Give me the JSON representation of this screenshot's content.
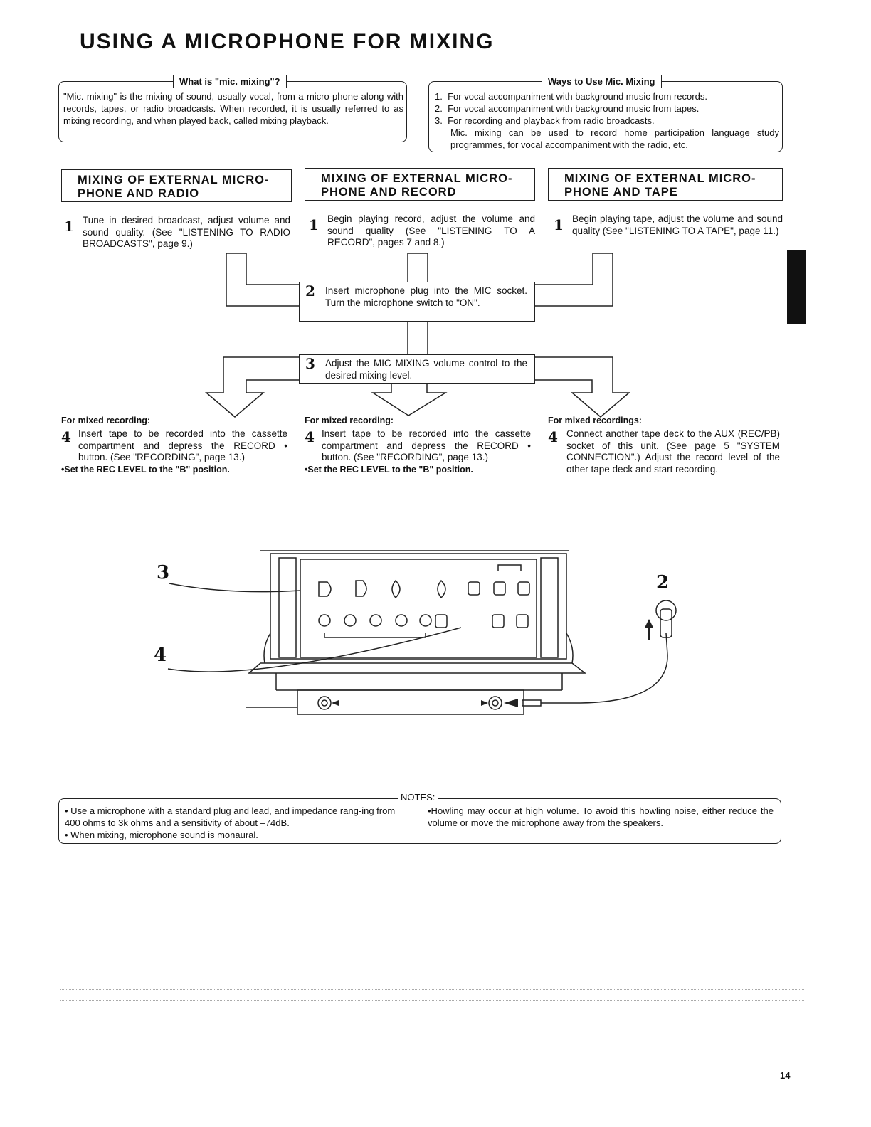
{
  "title": "USING A MICROPHONE FOR MIXING",
  "what_is": {
    "label": "What is \"mic. mixing\"?",
    "text": "\"Mic. mixing\" is the mixing of sound, usually vocal, from a micro-phone along with records, tapes, or radio broadcasts. When recorded, it is usually referred to as mixing recording, and when played back, called mixing playback."
  },
  "ways": {
    "label": "Ways to Use Mic. Mixing",
    "items": [
      {
        "n": "1.",
        "text": "For vocal accompaniment with background music from records."
      },
      {
        "n": "2.",
        "text": "For vocal accompaniment with background music from tapes."
      },
      {
        "n": "3.",
        "text": "For recording and playback from radio broadcasts."
      }
    ],
    "extra": "Mic. mixing can be used to record home participation language study programmes, for vocal accompaniment with the radio, etc."
  },
  "columns": [
    {
      "heading": "MIXING OF EXTERNAL MICRO-PHONE AND RADIO",
      "step1": "Tune in desired broadcast, adjust volume and sound quality. (See \"LISTENING TO RADIO BROADCASTS\", page 9.)",
      "mixed_title": "For mixed recording:",
      "step4": "Insert tape to be recorded into the cassette compartment and depress the RECORD • button. (See \"RECORDING\", page 13.)",
      "note": "•Set the REC LEVEL to the \"B\" position."
    },
    {
      "heading": "MIXING OF EXTERNAL MICRO-PHONE AND RECORD",
      "step1": "Begin playing record, adjust the volume and sound quality (See \"LISTENING TO A RECORD\", pages 7 and 8.)",
      "mixed_title": "For mixed recording:",
      "step4": "Insert tape to be recorded into the cassette compartment and depress the RECORD • button. (See \"RECORDING\", page 13.)",
      "note": "•Set the REC LEVEL to the \"B\" position."
    },
    {
      "heading": "MIXING OF EXTERNAL MICRO-PHONE AND TAPE",
      "step1": "Begin playing tape, adjust the volume and sound quality (See \"LISTENING TO A TAPE\", page 11.)",
      "mixed_title": "For mixed recordings:",
      "step4": "Connect another tape deck to the AUX (REC/PB) socket of this unit. (See page 5 \"SYSTEM CONNECTION\".) Adjust the record level of the other tape deck and start recording.",
      "note": ""
    }
  ],
  "step_numbers": {
    "one": "1",
    "two": "2",
    "three": "3",
    "four": "4"
  },
  "step2": "Insert microphone plug into the MIC socket. Turn the microphone switch to \"ON\".",
  "step3": "Adjust the MIC MIXING volume control to the desired mixing level.",
  "illustration_labels": {
    "l3": "3",
    "l4": "4",
    "l2": "2"
  },
  "notes": {
    "label": "NOTES:",
    "items": [
      "• Use a microphone with a standard plug and lead, and impedance rang-ing from 400 ohms to 3k ohms and a sensitivity of about –74dB.",
      "• When mixing, microphone sound is monaural.",
      "•Howling may occur at high volume. To avoid this howling noise, either reduce the volume or move the microphone away from the speakers."
    ]
  },
  "page_number": "14"
}
